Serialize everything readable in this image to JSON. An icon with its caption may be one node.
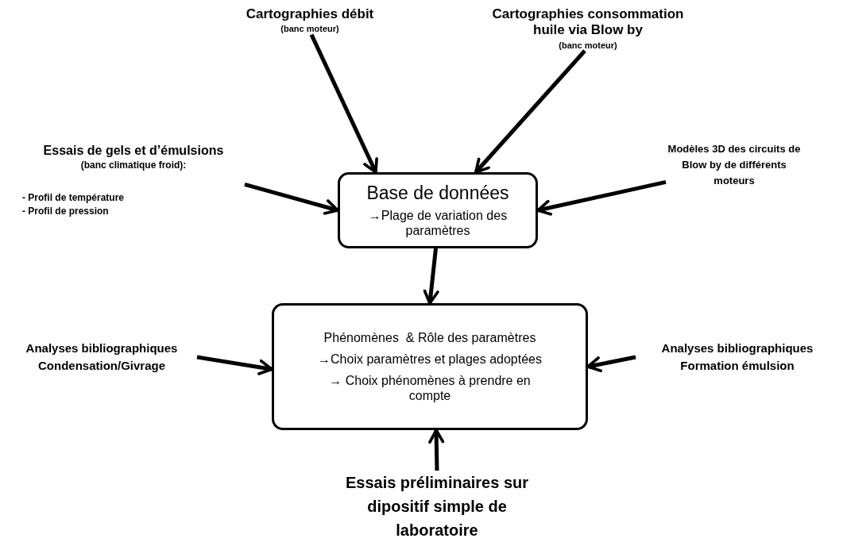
{
  "diagram": {
    "nodes": [
      {
        "text": [
          "Cartographies débit",
          "(banc moteur)"
        ]
      },
      {
        "text": [
          "Cartographies consommation huile via Blow by",
          "(banc moteur)"
        ]
      },
      {
        "text": [
          "Essais de gels et d’émulsions",
          "(banc climatique froid):",
          "- Profil de température",
          "- Profil de pression"
        ]
      },
      {
        "text": [
          "Base de données",
          "→Plage de variation des paramètres"
        ]
      },
      {
        "text": [
          "Modèles 3D des circuits de Blow by de différents moteurs"
        ]
      },
      {
        "text": [
          "Analyses bibliographiques",
          "Condensation/Givrage"
        ]
      },
      {
        "text": [
          "Phénomènes  & Rôle des paramètres",
          "→Choix paramètres et plages adoptées",
          "→ Choix phénomènes à prendre en compte"
        ]
      },
      {
        "text": [
          "Analyses bibliographiques",
          "Formation émulsion"
        ]
      },
      {
        "text": [
          "Essais préliminaires sur dipositif simple de laboratoire"
        ]
      }
    ],
    "edges": [
      {
        "from": 0,
        "to": 3,
        "arrow": "to"
      },
      {
        "from": 1,
        "to": 3,
        "arrow": "to"
      },
      {
        "from": 2,
        "to": 3,
        "arrow": "to"
      },
      {
        "from": 4,
        "to": 3,
        "arrow": "to"
      },
      {
        "from": 3,
        "to": 6,
        "arrow": "to"
      },
      {
        "from": 5,
        "to": 6,
        "arrow": "to"
      },
      {
        "from": 7,
        "to": 6,
        "arrow": "to"
      },
      {
        "from": 8,
        "to": 6,
        "arrow": "to"
      }
    ]
  }
}
